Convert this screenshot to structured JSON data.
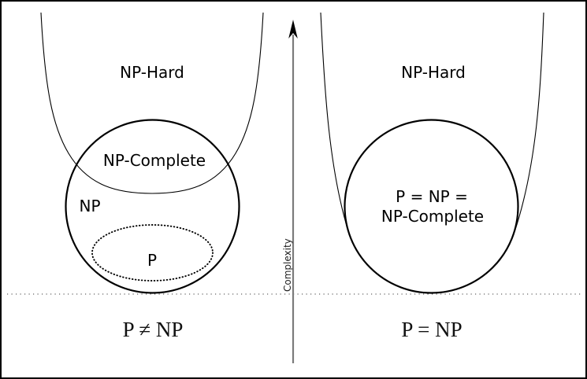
{
  "colors": {
    "background": "#ffffff",
    "ink": "#000000",
    "axis_gray": "#7b7b7b",
    "dotted_gray": "#3c3c3c"
  },
  "axis": {
    "label": "Complexity"
  },
  "left": {
    "np_hard_label": "NP-Hard",
    "np_complete_label": "NP-Complete",
    "np_label": "NP",
    "p_label": "P",
    "caption": "P ≠ NP"
  },
  "right": {
    "np_hard_label": "NP-Hard",
    "circle_label_line1": "P = NP =",
    "circle_label_line2": "NP-Complete",
    "caption": "P = NP"
  }
}
